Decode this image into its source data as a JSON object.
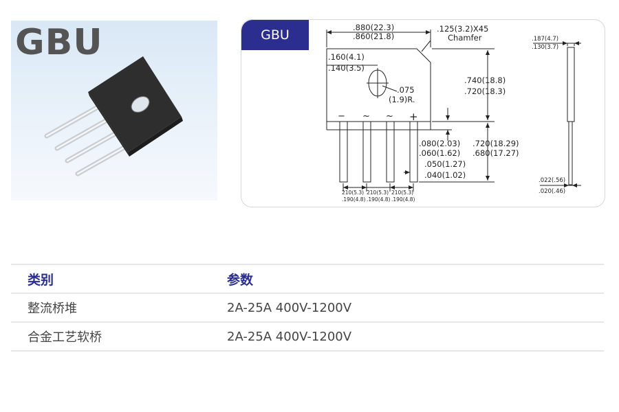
{
  "product": {
    "photo_title": "GBU"
  },
  "drawing": {
    "tag": "GBU",
    "dims": {
      "width_max": ".880(22.3)",
      "width_min": ".860(21.8)",
      "chamfer_1": ".125(3.2)X45",
      "chamfer_2": "Chamfer",
      "hole_pos_max": ".160(4.1)",
      "hole_pos_min": ".140(3.5)",
      "hole_r_1": ".075",
      "hole_r_2": "(1.9)R.",
      "body_h_max": ".740(18.8)",
      "body_h_min": ".720(18.3)",
      "shoulder_max": ".080(2.03)",
      "shoulder_min": ".060(1.62)",
      "lead_l_max": ".720(18.29)",
      "lead_l_min": ".680(17.27)",
      "lead_w_max": ".050(1.27)",
      "lead_w_min": ".040(1.02)",
      "pitch_max": "210(5.3)",
      "pitch_min": ".190(4.8)",
      "thick_max": ".187(4.7)",
      "thick_min": ".130(3.7)",
      "lead_t_max": ".022(.56)",
      "lead_t_min": ".020(.46)"
    },
    "pins": [
      "−",
      "~",
      "~",
      "+"
    ]
  },
  "table": {
    "headers": [
      "类别",
      "参数"
    ],
    "rows": [
      [
        "整流桥堆",
        "2A-25A 400V-1200V"
      ],
      [
        "合金工艺软桥",
        "2A-25A 400V-1200V"
      ]
    ]
  },
  "colors": {
    "accent": "#2b2e8f",
    "component_body": "#2e2e2e"
  }
}
